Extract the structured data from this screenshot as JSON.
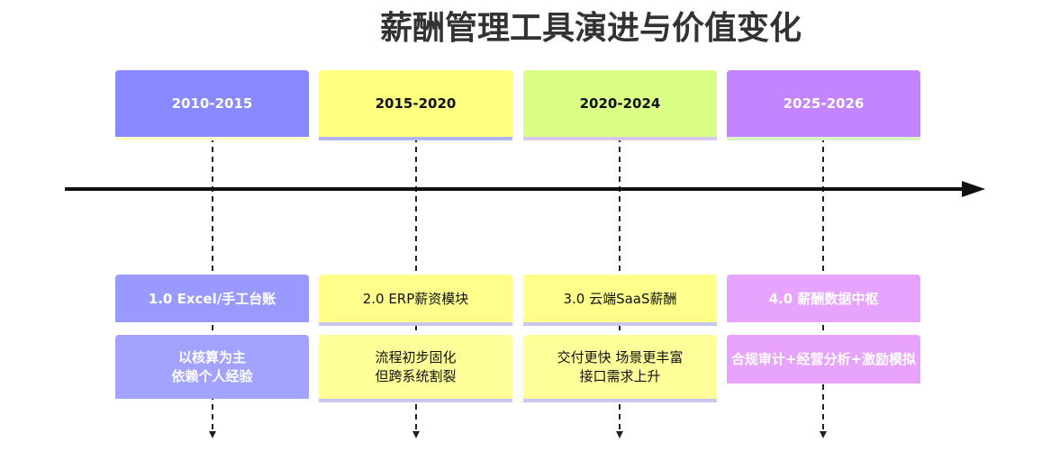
{
  "title": "薪酬管理工具演进与价值变化",
  "colors": {
    "purple_blue": "#8888ff",
    "yellow": "#ffff80",
    "green": "#dbff85",
    "violet": "#c584ff",
    "axis": "#111111"
  },
  "columns": [
    {
      "period": "2010-2015",
      "stage": "1.0 Excel/手工台账",
      "details": [
        "以核算为主",
        "依赖个人经验"
      ]
    },
    {
      "period": "2015-2020",
      "stage": "2.0 ERP薪资模块",
      "details": [
        "流程初步固化",
        "但跨系统割裂"
      ]
    },
    {
      "period": "2020-2024",
      "stage": "3.0 云端SaaS薪酬",
      "details": [
        "交付更快 场景更丰富",
        "接口需求上升"
      ]
    },
    {
      "period": "2025-2026",
      "stage": "4.0 薪酬数据中枢",
      "details": [
        "合规审计+经营分析+激励模拟"
      ]
    }
  ]
}
